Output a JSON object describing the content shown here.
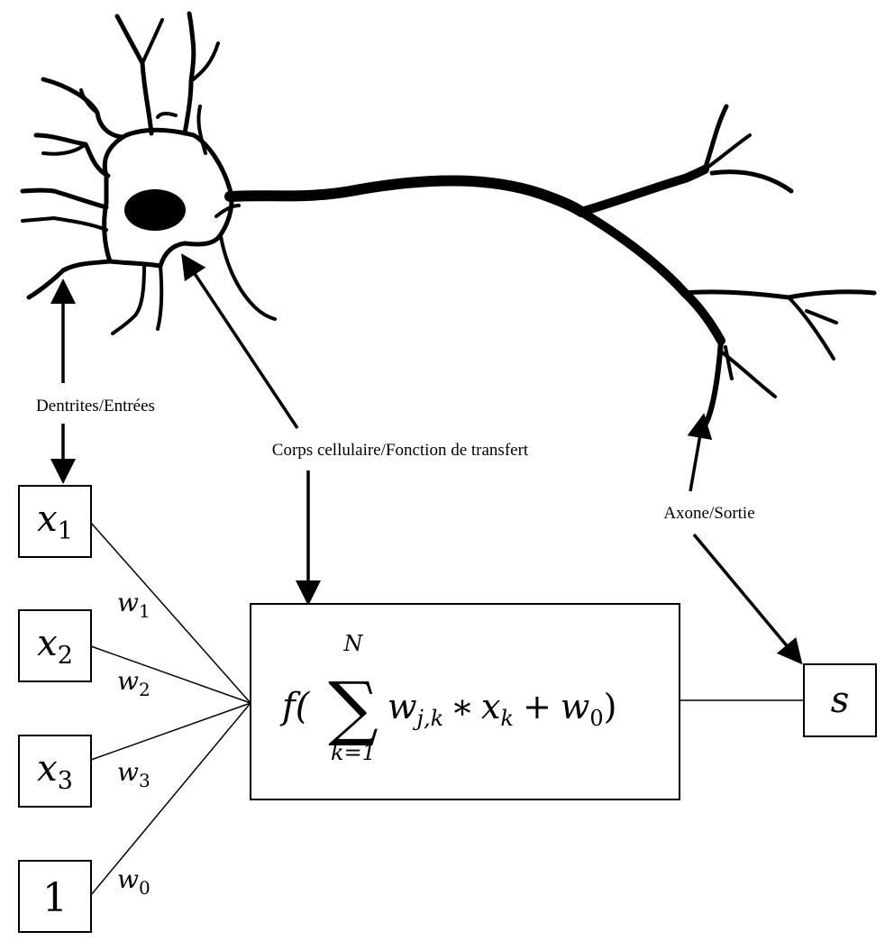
{
  "labels": {
    "dendrites": "Dentrites/Entrées",
    "cell_body": "Corps cellulaire/Fonction de transfert",
    "axon": "Axone/Sortie"
  },
  "inputs": [
    {
      "var": "x",
      "sub": "1",
      "weight": "w",
      "weight_sub": "1"
    },
    {
      "var": "x",
      "sub": "2",
      "weight": "w",
      "weight_sub": "2"
    },
    {
      "var": "x",
      "sub": "3",
      "weight": "w",
      "weight_sub": "3"
    },
    {
      "var": "1",
      "sub": "",
      "weight": "w",
      "weight_sub": "0"
    }
  ],
  "formula": {
    "f": "f(",
    "sum_symbol": "∑",
    "upper": "N",
    "lower": "k=1",
    "term_w": "w",
    "term_w_sub": "j,k",
    "star": "∗",
    "term_x": "x",
    "term_x_sub": "k",
    "plus": "+",
    "bias_w": "w",
    "bias_sub": "0",
    "close": ")"
  },
  "output": {
    "var": "s"
  }
}
